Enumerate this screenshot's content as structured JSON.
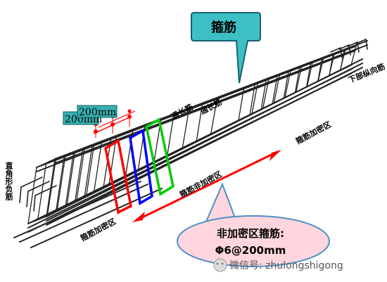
{
  "callout_top": "箍筋",
  "callout_bottom_line1": "非加密区箍筋:",
  "callout_bottom_line2": "Φ6@200mm",
  "dim_label_1": "200mm",
  "dim_label_2": "200mm",
  "label_through_bar_1": "通长筋",
  "label_through_bar_2": "通长筋",
  "label_bottom_long_bar": "下部纵向筋",
  "label_dense_zone_right": "箍筋加密区",
  "label_dense_zone_left": "箍筋加密区",
  "label_non_dense_zone": "箍筋非加密区",
  "label_left_side": "直角形负筋",
  "watermark_text": "微信号: zhulongshigong",
  "colors": {
    "callout_fill": "#3cc0c6",
    "callout_stroke": "#1a5f73",
    "bubble_fill": "#ffd6de",
    "bubble_stroke": "#4f8fc8",
    "red": "#ff0000",
    "blue": "#0000ff",
    "green": "#00cc00",
    "dim_fill": "#37b0b0",
    "line": "#222222"
  }
}
